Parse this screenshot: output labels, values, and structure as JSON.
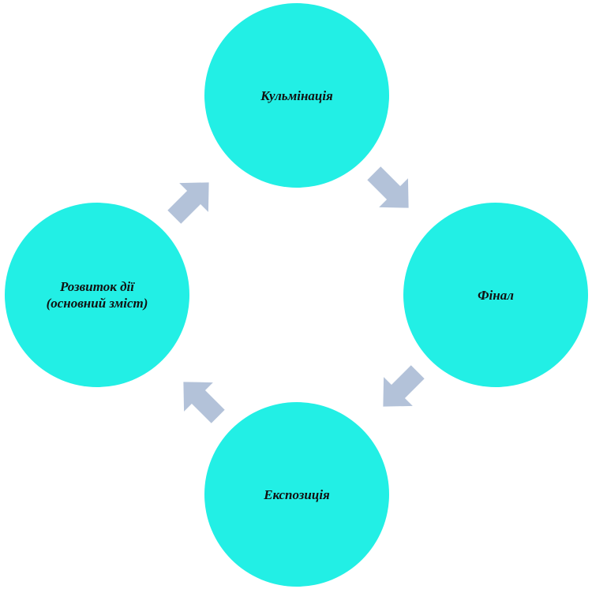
{
  "diagram": {
    "nodes": {
      "top": "Кульмінація",
      "right": "Фінал",
      "bottom": "Експозиція",
      "left": "Розвиток дії\n(основний зміст)"
    },
    "colors": {
      "node_fill": "#22efe5",
      "arrow_fill": "#b3c2d9",
      "text": "#111111"
    },
    "arrows": [
      {
        "from": "top",
        "to": "right",
        "icon": "arrow-down-right-icon"
      },
      {
        "from": "right",
        "to": "bottom",
        "icon": "arrow-down-left-icon"
      },
      {
        "from": "bottom",
        "to": "left",
        "icon": "arrow-up-left-icon"
      },
      {
        "from": "left",
        "to": "top",
        "icon": "arrow-up-right-icon"
      }
    ]
  }
}
